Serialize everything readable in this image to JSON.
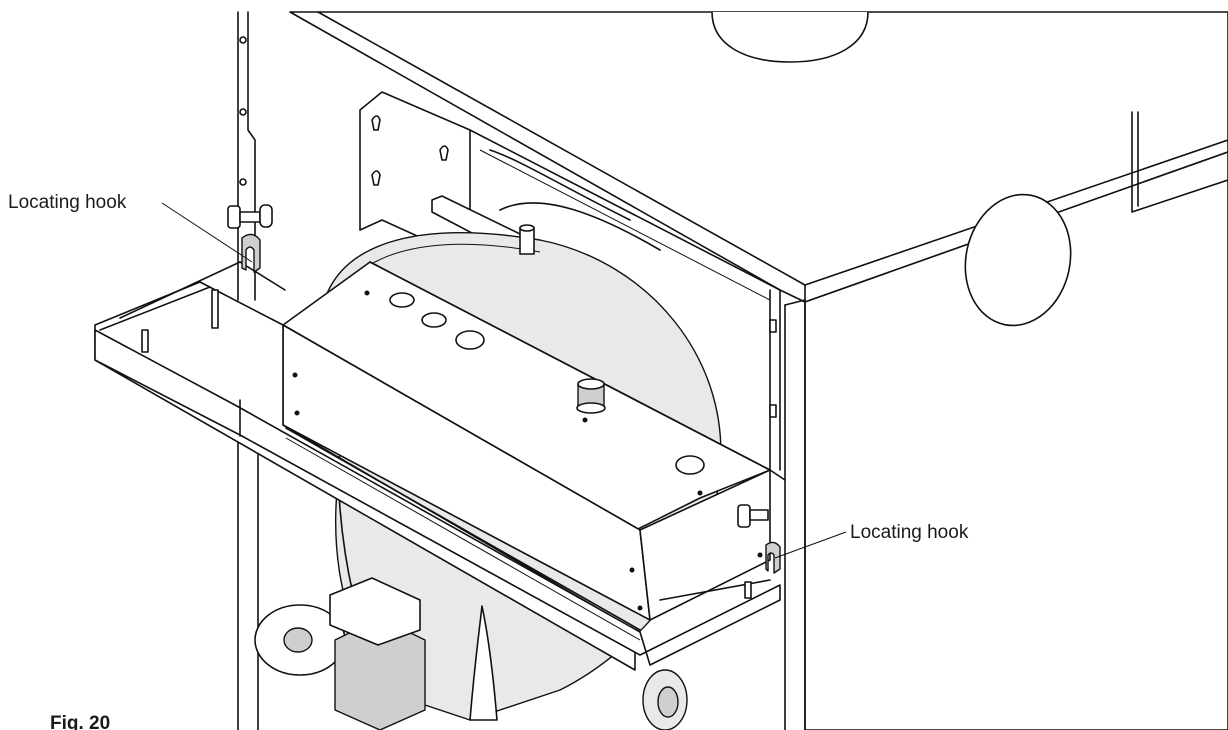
{
  "callouts": {
    "left": "Locating hook",
    "right": "Locating hook"
  },
  "figure": {
    "caption": "Fig. 20"
  }
}
